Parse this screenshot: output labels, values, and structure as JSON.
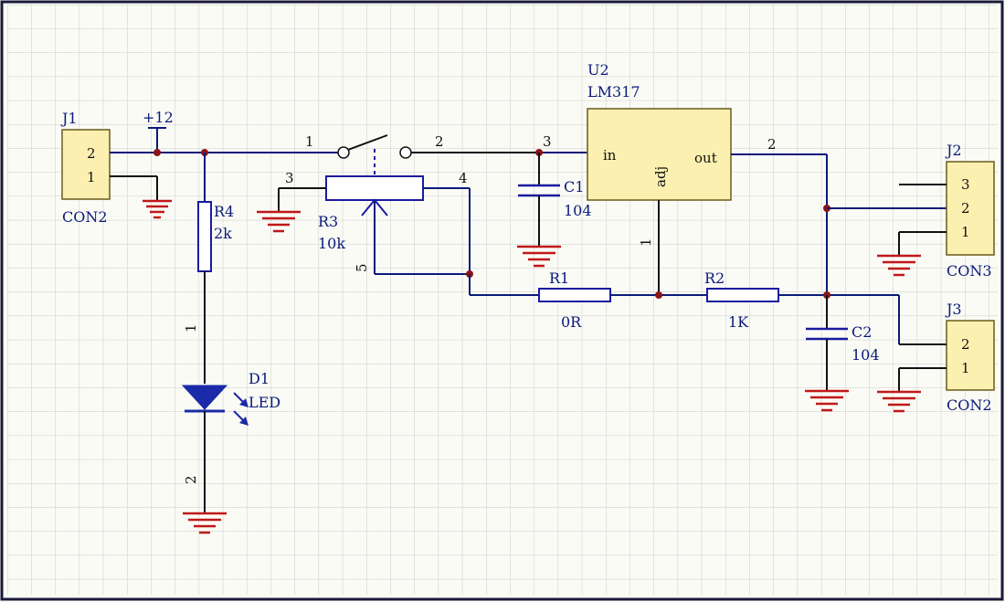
{
  "schematic": {
    "power": "+12",
    "j1": {
      "ref": "J1",
      "value": "CON2",
      "pins": [
        "2",
        "1"
      ]
    },
    "j2": {
      "ref": "J2",
      "value": "CON3",
      "pins": [
        "3",
        "2",
        "1"
      ]
    },
    "j3": {
      "ref": "J3",
      "value": "CON2",
      "pins": [
        "2",
        "1"
      ]
    },
    "u2": {
      "ref": "U2",
      "value": "LM317",
      "pin_in": "in",
      "pin_adj": "adj",
      "pin_out": "out"
    },
    "r1": {
      "ref": "R1",
      "value": "0R"
    },
    "r2": {
      "ref": "R2",
      "value": "1K"
    },
    "r3": {
      "ref": "R3",
      "value": "10k"
    },
    "r4": {
      "ref": "R4",
      "value": "2k"
    },
    "c1": {
      "ref": "C1",
      "value": "104"
    },
    "c2": {
      "ref": "C2",
      "value": "104"
    },
    "d1": {
      "ref": "D1",
      "value": "LED"
    },
    "pin_numbers": {
      "sw_1": "1",
      "sw_2": "2",
      "u2_in": "3",
      "u2_out": "2",
      "u2_adj": "1",
      "r3_3": "3",
      "r3_4": "4",
      "r3_5": "5",
      "d1_a": "1",
      "d1_k": "2"
    }
  }
}
